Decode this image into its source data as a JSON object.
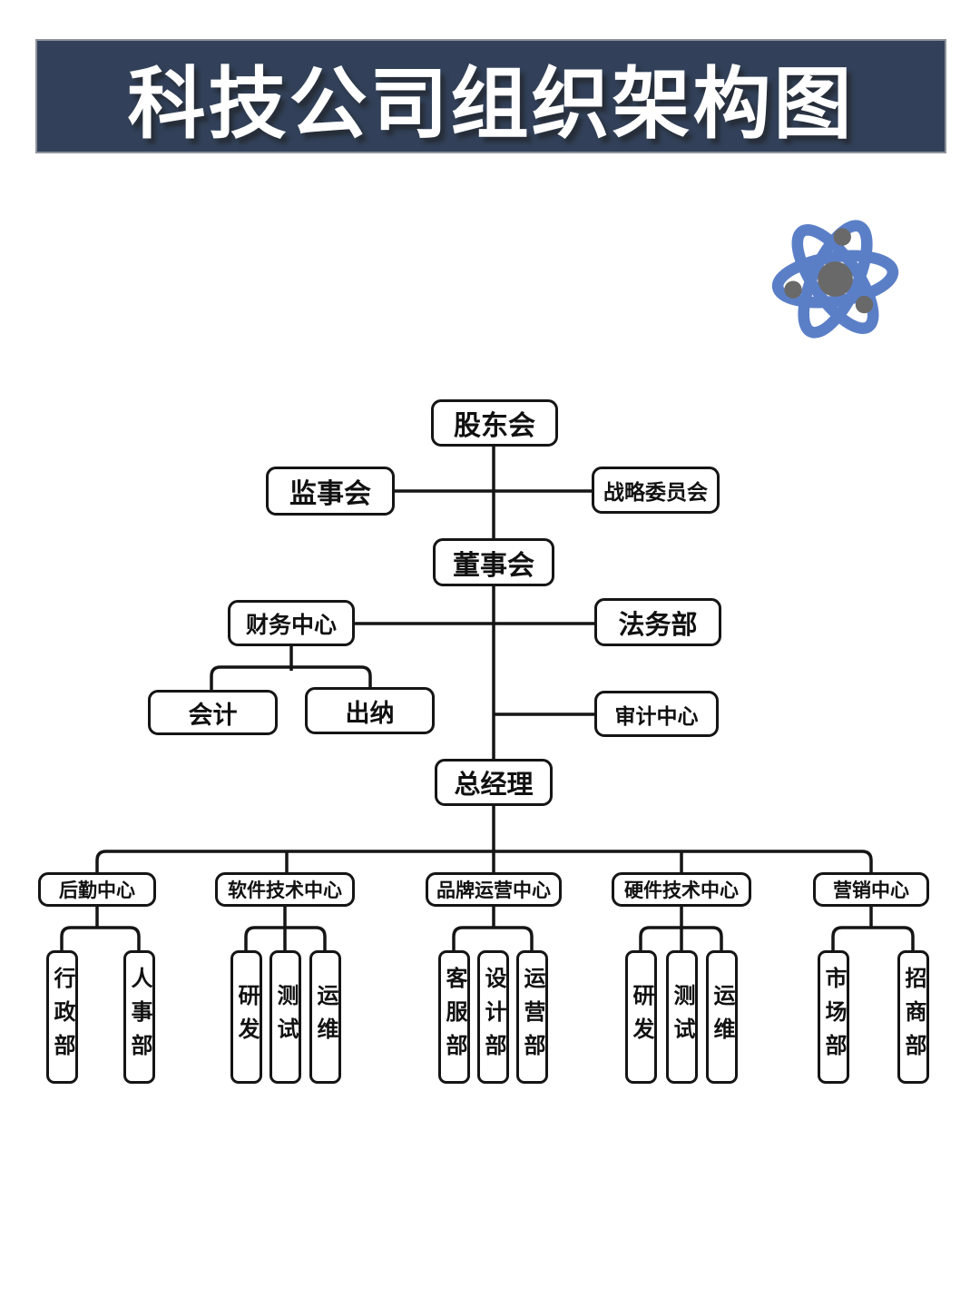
{
  "title": "科技公司组织架构图",
  "colors": {
    "banner": "#324159",
    "line": "#151515",
    "atom_blue": "#5b7fc7",
    "atom_gray": "#696969"
  },
  "org": {
    "shareholders": "股东会",
    "supervisory": "监事会",
    "strategy_committee": "战略委员会",
    "board": "董事会",
    "finance_center": "财务中心",
    "legal_dept": "法务部",
    "accounting": "会计",
    "cashier": "出纳",
    "audit_center": "审计中心",
    "general_manager": "总经理",
    "centers": [
      {
        "label": "后勤中心",
        "children": [
          "行政部",
          "人事部"
        ]
      },
      {
        "label": "软件技术中心",
        "children": [
          "研发",
          "测试",
          "运维"
        ]
      },
      {
        "label": "品牌运营中心",
        "children": [
          "客服部",
          "设计部",
          "运营部"
        ]
      },
      {
        "label": "硬件技术中心",
        "children": [
          "研发",
          "测试",
          "运维"
        ]
      },
      {
        "label": "营销中心",
        "children": [
          "市场部",
          "招商部"
        ]
      }
    ]
  }
}
